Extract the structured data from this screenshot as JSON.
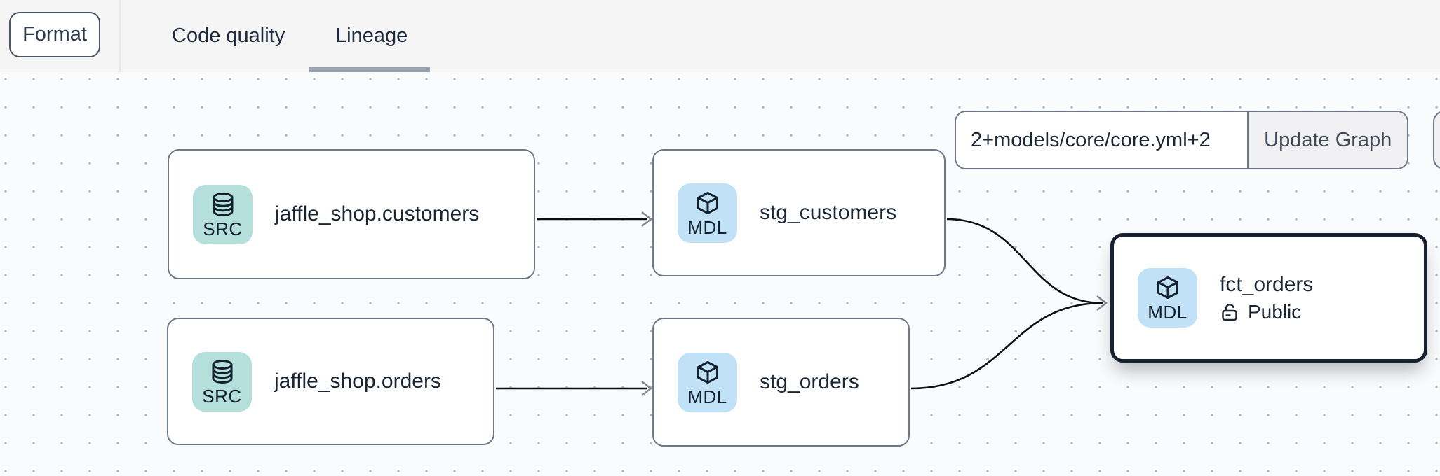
{
  "toolbar": {
    "format_label": "Format",
    "tabs": [
      {
        "label": "Code quality",
        "active": false
      },
      {
        "label": "Lineage",
        "active": true
      }
    ]
  },
  "selector": {
    "value": "2+models/core/core.yml+2",
    "update_button_label": "Update Graph"
  },
  "colors": {
    "topbar_bg": "#f5f5f6",
    "canvas_bg": "#fafbfc",
    "source_badge_bg": "#b4dfdb",
    "model_badge_bg": "#c1e2f6",
    "node_border": "#6e7887",
    "selected_node_border": "#16202e",
    "text": "#1b2634",
    "edge": "#0c0e13",
    "tab_underline": "#98a1ae"
  },
  "graph": {
    "nodes": [
      {
        "id": "jaffle_shop.customers",
        "type": "source",
        "badge_label": "SRC",
        "icon": "database-icon",
        "title": "jaffle_shop.customers"
      },
      {
        "id": "jaffle_shop.orders",
        "type": "source",
        "badge_label": "SRC",
        "icon": "database-icon",
        "title": "jaffle_shop.orders"
      },
      {
        "id": "stg_customers",
        "type": "model",
        "badge_label": "MDL",
        "icon": "cube-icon",
        "title": "stg_customers"
      },
      {
        "id": "stg_orders",
        "type": "model",
        "badge_label": "MDL",
        "icon": "cube-icon",
        "title": "stg_orders"
      },
      {
        "id": "fct_orders",
        "type": "model",
        "badge_label": "MDL",
        "icon": "cube-icon",
        "title": "fct_orders",
        "access": "Public",
        "selected": true
      }
    ],
    "edges": [
      {
        "from": "jaffle_shop.customers",
        "to": "stg_customers"
      },
      {
        "from": "jaffle_shop.orders",
        "to": "stg_orders"
      },
      {
        "from": "stg_customers",
        "to": "fct_orders"
      },
      {
        "from": "stg_orders",
        "to": "fct_orders"
      }
    ]
  }
}
